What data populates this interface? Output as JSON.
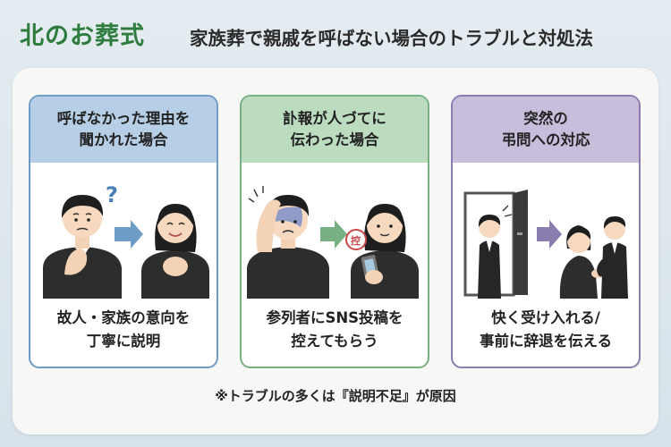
{
  "header": {
    "logo": "北のお葬式",
    "title": "家族葬で親戚を呼ばない場合のトラブルと対処法"
  },
  "colors": {
    "blue_card": "#6f9cc7",
    "green_card": "#79b083",
    "purple_card": "#8b7cb0"
  },
  "cards": [
    {
      "header_line1": "呼ばなかった理由を",
      "header_line2": "聞かれた場合",
      "body_line1": "故人・家族の意向を",
      "body_line2": "丁寧に説明",
      "question_mark": "?"
    },
    {
      "header_line1": "訃報が人づてに",
      "header_line2": "伝わった場合",
      "body_line1": "参列者にSNS投稿を",
      "body_line2": "控えてもらう",
      "badge": "控"
    },
    {
      "header_line1": "突然の",
      "header_line2": "弔問への対応",
      "body_line1": "快く受け入れる/",
      "body_line2": "事前に辞退を伝える"
    }
  ],
  "footnote": "※トラブルの多くは『説明不足』が原因"
}
